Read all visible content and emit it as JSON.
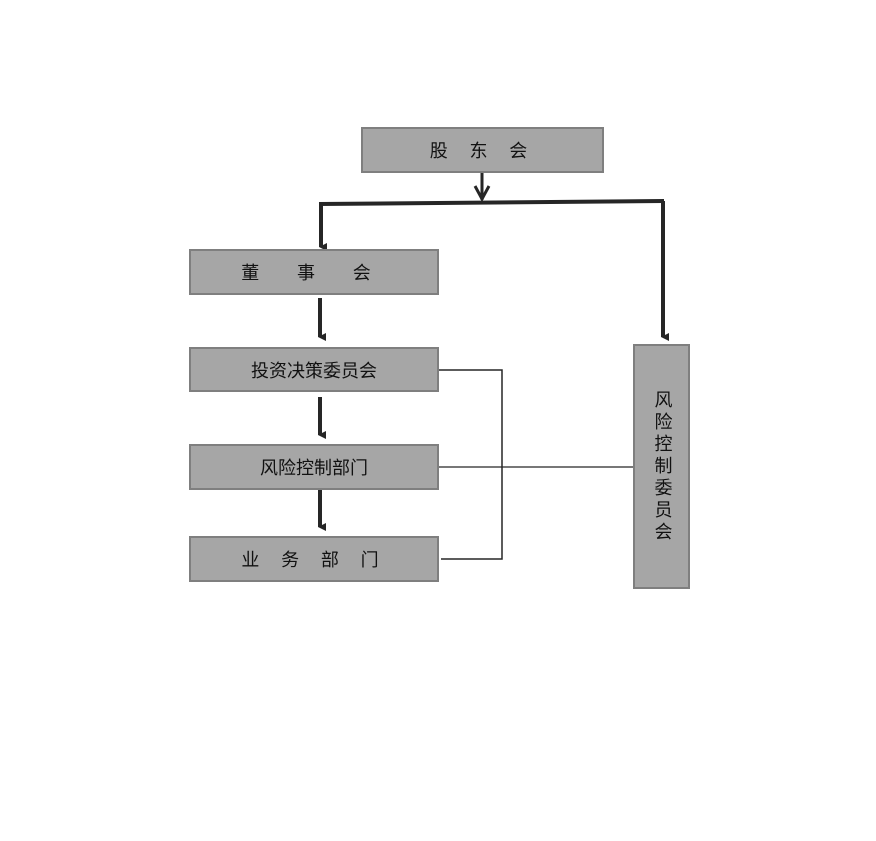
{
  "nodes": {
    "shareholders": "股 东 会",
    "board": "董 事 会",
    "investment_committee": "投资决策委员会",
    "risk_control_dept": "风险控制部门",
    "business_dept": "业 务 部 门",
    "risk_control_committee": "风险控制委员会"
  },
  "colors": {
    "box_fill": "#a6a6a6",
    "box_border": "#7f7f7f",
    "connector": "#262626"
  }
}
